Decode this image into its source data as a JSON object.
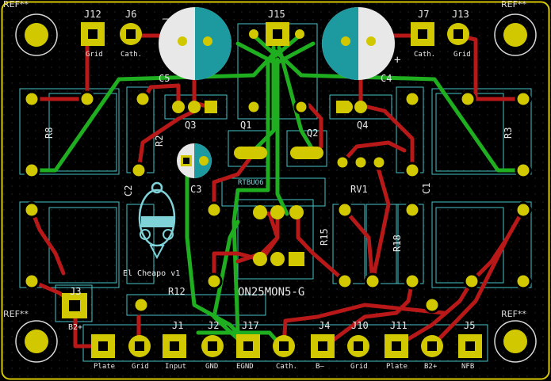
{
  "colors": {
    "background": "#000000",
    "board_outline": "#d8c800",
    "copper_front": "#b81818",
    "copper_back": "#1fae1f",
    "pad": "#d2c800",
    "courtyard": "#44c2c8",
    "silkscreen": "#e8e8e8"
  },
  "mounting_holes": [
    "REF**",
    "REF**",
    "REF**",
    "REF**"
  ],
  "connectors_top": {
    "left": [
      "J12",
      "J6"
    ],
    "left_labels": [
      "Grid",
      "Cath."
    ],
    "center": "J15",
    "right": [
      "J7",
      "J13"
    ],
    "right_labels": [
      "Cath.",
      "Grid"
    ]
  },
  "connectors_bottom": {
    "refs": [
      "J1",
      "J2",
      "J17",
      "J4",
      "J10",
      "J11",
      "J5"
    ],
    "labels": [
      "Plate",
      "Grid",
      "Input",
      "GND",
      "EGND",
      "Cath.",
      "B–",
      "Grid",
      "Plate",
      "B2+",
      "NFB"
    ]
  },
  "components": {
    "transistors": [
      "Q3",
      "Q1",
      "Q2",
      "Q4"
    ],
    "resistors": [
      "R8",
      "R2",
      "R3",
      "R12",
      "R15",
      "R18"
    ],
    "capacitors": [
      "C2",
      "C3",
      "C1",
      "C5",
      "C4"
    ],
    "connector_j3": "J3",
    "j3_label": "B2+",
    "trimmer": "RV1",
    "regulator_text": "ON25MON5-G",
    "regulator_ghost": "RTBUO6",
    "minus_sign": "–",
    "plus_sign": "+"
  },
  "logo_caption": "El Cheapo v1"
}
